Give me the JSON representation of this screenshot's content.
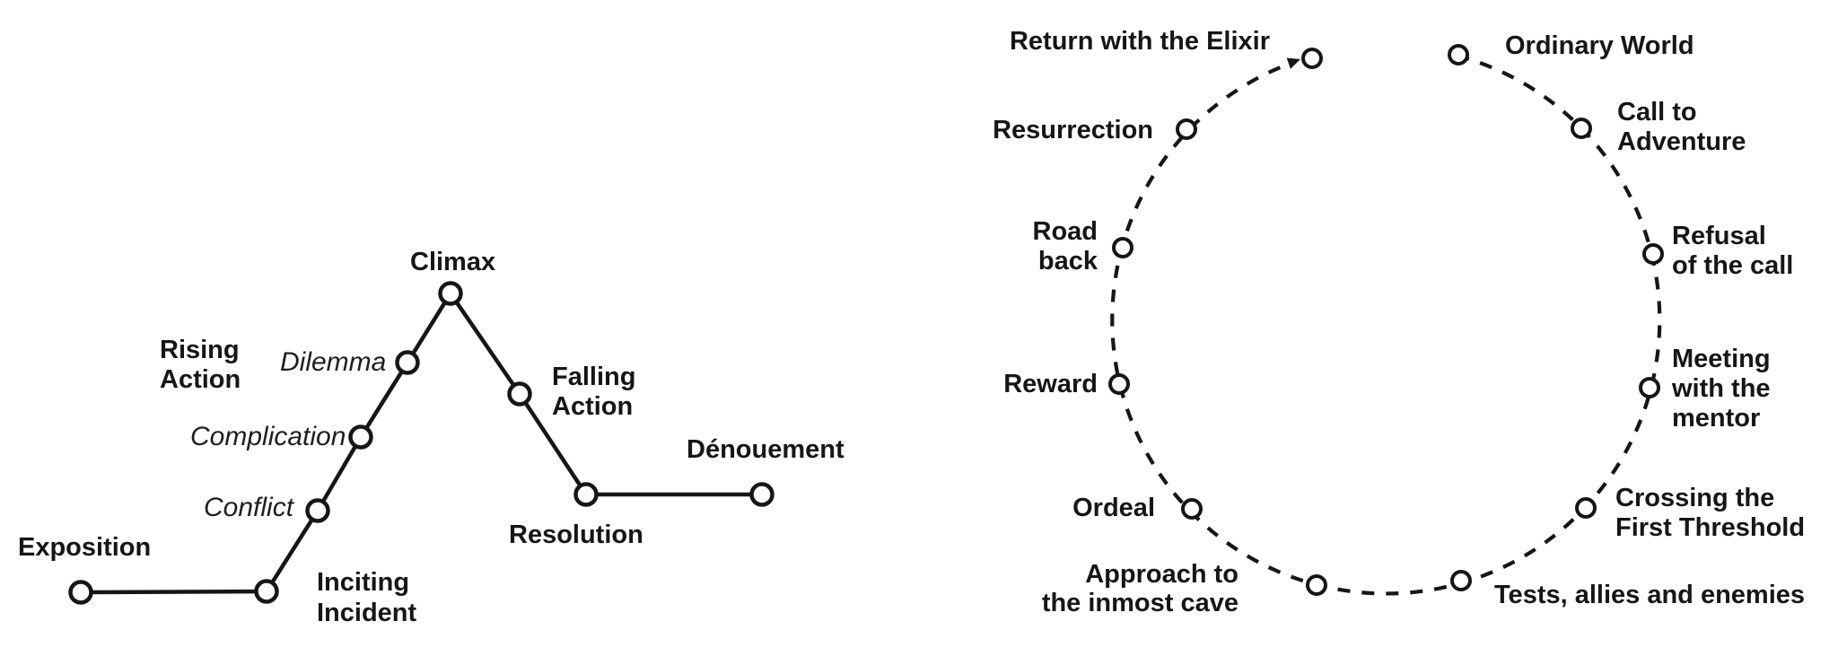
{
  "canvas": {
    "background": "#ffffff",
    "ink_color": "#161616"
  },
  "freytag_diagram": {
    "type": "story-arc-line",
    "labels": {
      "exposition": "Exposition",
      "inciting_incident": "Inciting\nIncident",
      "conflict": "Conflict",
      "complication": "Complication",
      "dilemma": "Dilemma",
      "rising_action": "Rising\nAction",
      "climax": "Climax",
      "falling_action": "Falling\nAction",
      "resolution": "Resolution",
      "denouement": "Dénouement"
    },
    "sequence": [
      "Exposition",
      "Inciting Incident",
      "Conflict",
      "Complication",
      "Dilemma",
      "Climax",
      "Falling Action",
      "Resolution",
      "Dénouement"
    ]
  },
  "hero_journey_diagram": {
    "type": "dashed-circle-cycle-with-arrow",
    "labels": {
      "ordinary_world": "Ordinary World",
      "call_to_adventure": "Call to\nAdventure",
      "refusal_of_the_call": "Refusal\nof the call",
      "meeting_with_the_mentor": "Meeting\nwith the\nmentor",
      "crossing_the_first_threshold": "Crossing the\nFirst Threshold",
      "tests_allies_and_enemies": "Tests, allies and enemies",
      "approach_to_the_inmost_cave": "Approach to\nthe inmost cave",
      "ordeal": "Ordeal",
      "reward": "Reward",
      "road_back": "Road\nback",
      "resurrection": "Resurrection",
      "return_with_the_elixir": "Return with the Elixir"
    },
    "sequence": [
      "Ordinary World",
      "Call to Adventure",
      "Refusal of the call",
      "Meeting with the mentor",
      "Crossing the First Threshold",
      "Tests, allies and enemies",
      "Approach to the inmost cave",
      "Ordeal",
      "Reward",
      "Road back",
      "Resurrection",
      "Return with the Elixir"
    ]
  }
}
